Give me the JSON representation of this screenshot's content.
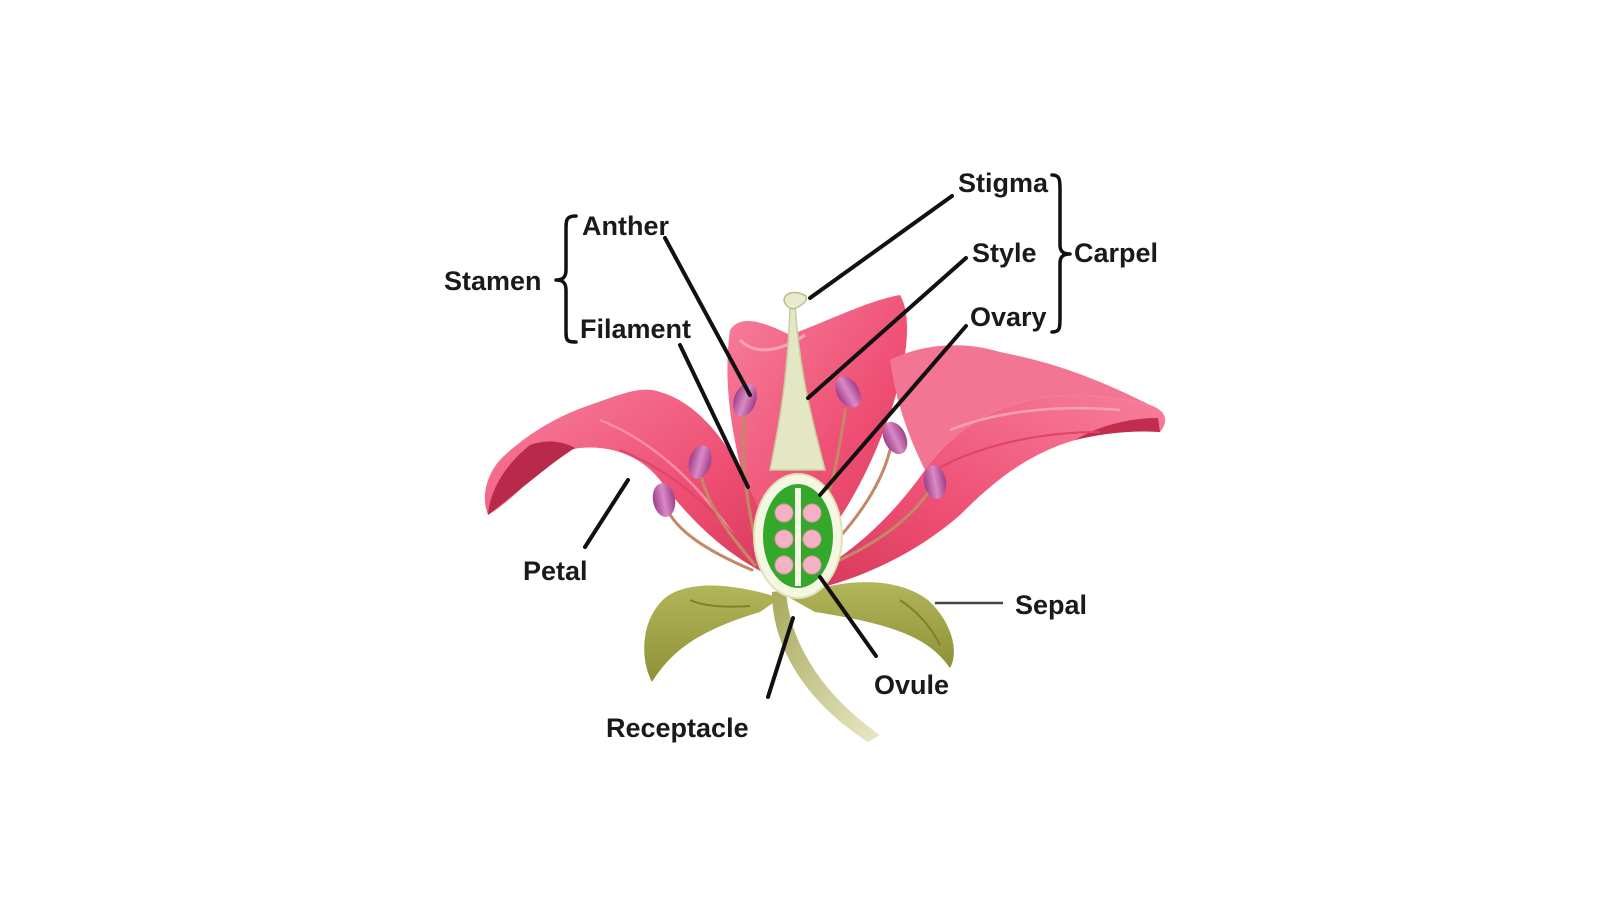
{
  "labels": {
    "stamen": "Stamen",
    "anther": "Anther",
    "filament": "Filament",
    "stigma": "Stigma",
    "style": "Style",
    "ovary": "Ovary",
    "carpel": "Carpel",
    "petal": "Petal",
    "sepal": "Sepal",
    "ovule": "Ovule",
    "receptacle": "Receptacle"
  },
  "colors": {
    "petal": "#f0587a",
    "petal_dark": "#c22d4e",
    "petal_light": "#f78aa3",
    "sepal": "#a6a84a",
    "sepal_dark": "#8a8c37",
    "stem": "#b5b46c",
    "style": "#e2e6c2",
    "ovary_wall": "#ffffff",
    "ovary_green": "#34a82c",
    "ovule": "#f2b6c4",
    "anther": "#b95aa0",
    "filament": "#c98a6a",
    "line": "#111111",
    "text": "#1a1a1a"
  }
}
